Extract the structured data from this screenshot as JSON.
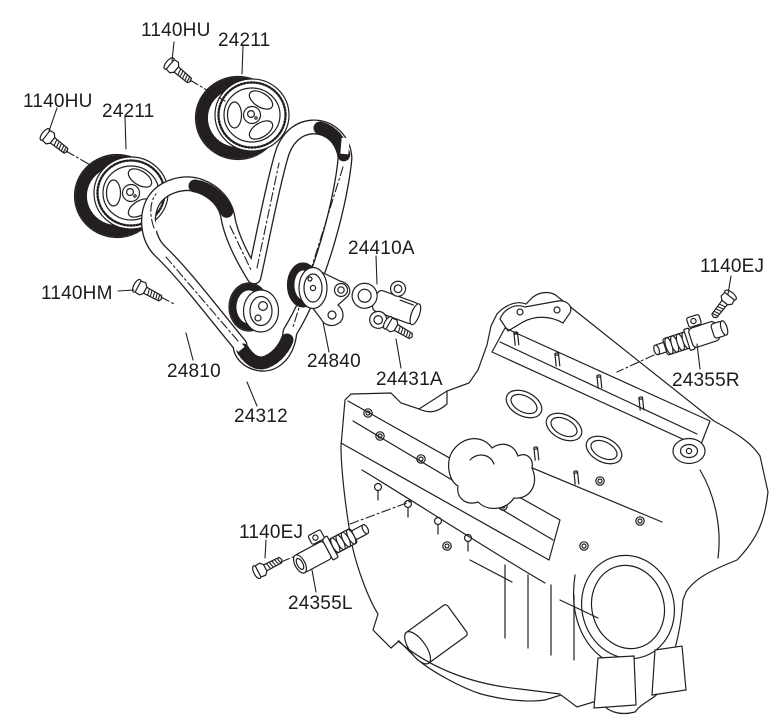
{
  "colors": {
    "background": "#ffffff",
    "line": "#231f20",
    "label_text": "#1c1c1c"
  },
  "callouts": [
    {
      "code": "1140HU"
    },
    {
      "code": "24211"
    },
    {
      "code": "1140HU"
    },
    {
      "code": "24211"
    },
    {
      "code": "24410A"
    },
    {
      "code": "1140HM"
    },
    {
      "code": "1140EJ"
    },
    {
      "code": "24810"
    },
    {
      "code": "24840"
    },
    {
      "code": "24431A"
    },
    {
      "code": "24355R"
    },
    {
      "code": "24312"
    },
    {
      "code": "1140EJ"
    },
    {
      "code": "24355L"
    }
  ]
}
